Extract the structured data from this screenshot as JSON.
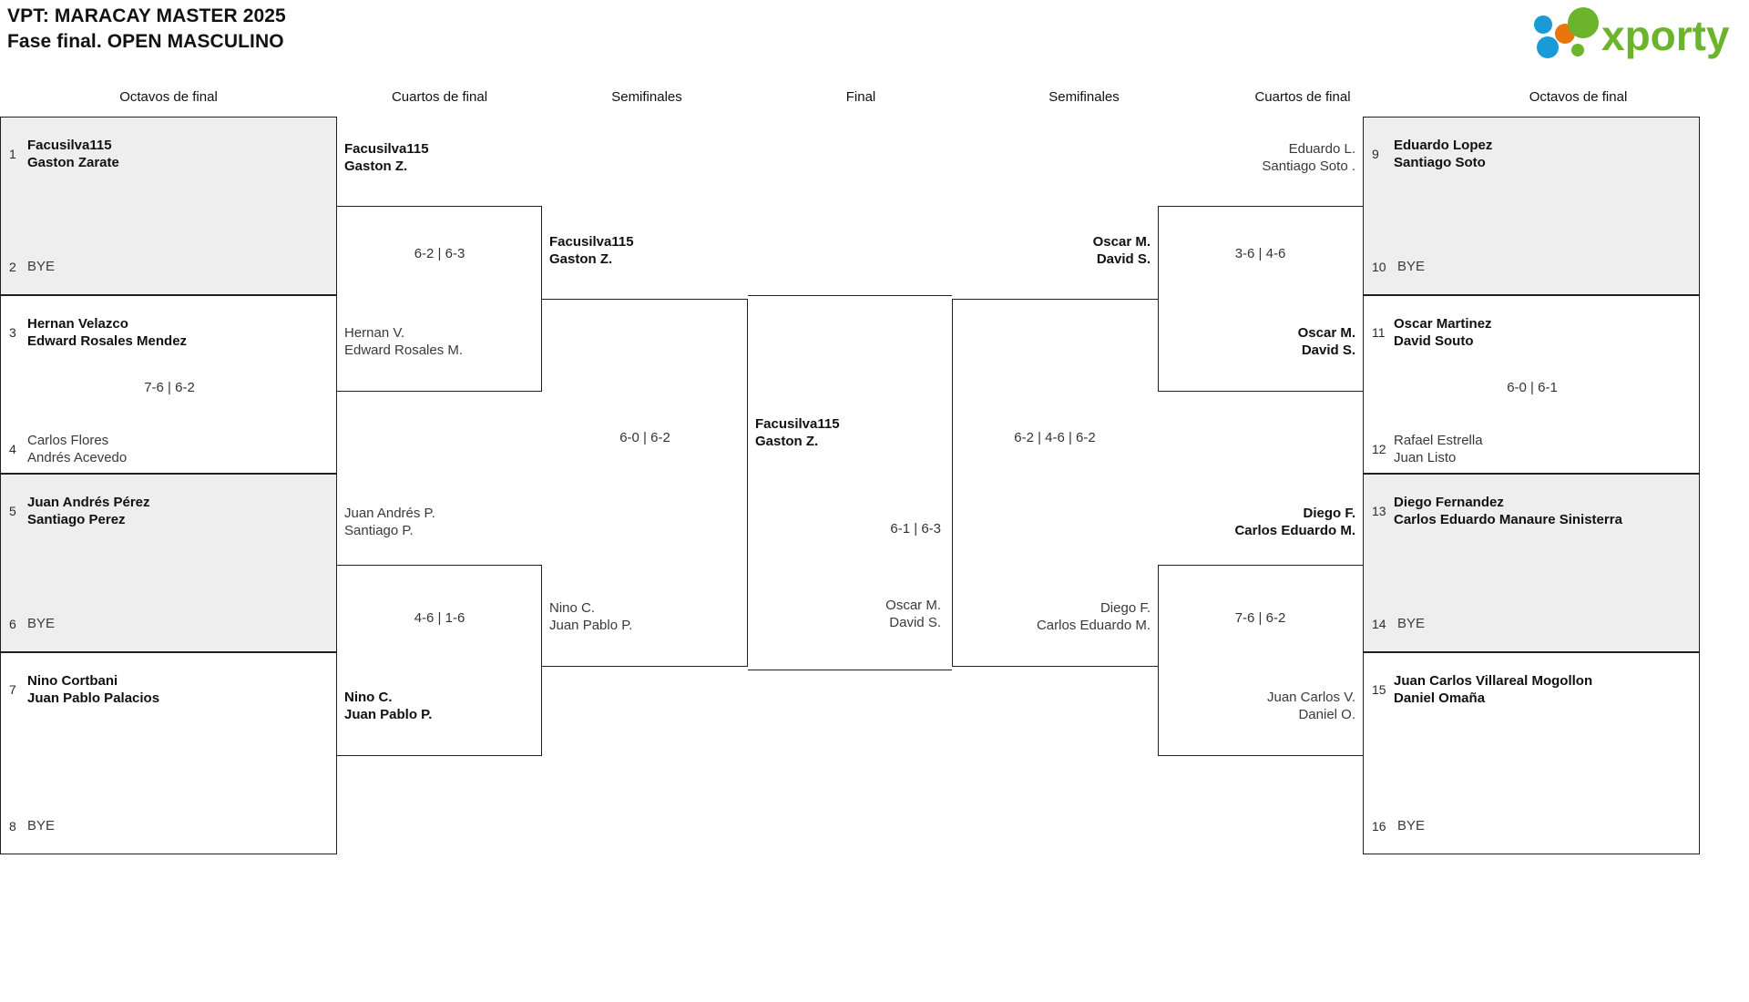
{
  "header": {
    "title_line1": "VPT: MARACAY MASTER 2025",
    "title_line2": "Fase final. OPEN MASCULINO",
    "logo_text": "xporty",
    "logo_colors": {
      "green": "#6cb42c",
      "blue": "#1a9ad7",
      "orange": "#e8760c"
    }
  },
  "round_headers": {
    "left_r16": "Octavos de final",
    "left_qf": "Cuartos de final",
    "left_sf": "Semifinales",
    "final": "Final",
    "right_sf": "Semifinales",
    "right_qf": "Cuartos de final",
    "right_r16": "Octavos de final"
  },
  "left": {
    "r16": [
      {
        "seed": "1",
        "p1": "Facusilva115",
        "p2": "Gaston Zarate",
        "shaded": true,
        "winner": true
      },
      {
        "seed": "2",
        "bye": "BYE",
        "shaded": true,
        "winner": false
      },
      {
        "seed": "3",
        "p1": "Hernan Velazco",
        "p2": "Edward Rosales Mendez",
        "shaded": false,
        "winner": true
      },
      {
        "seed": "4",
        "p1": "Carlos Flores",
        "p2": "Andrés Acevedo",
        "shaded": false,
        "winner": false
      },
      {
        "seed": "5",
        "p1": "Juan Andrés Pérez",
        "p2": "Santiago Perez",
        "shaded": true,
        "winner": true
      },
      {
        "seed": "6",
        "bye": "BYE",
        "shaded": true,
        "winner": false
      },
      {
        "seed": "7",
        "p1": "Nino Cortbani",
        "p2": "Juan Pablo Palacios",
        "shaded": false,
        "winner": true
      },
      {
        "seed": "8",
        "bye": "BYE",
        "shaded": false,
        "winner": false
      }
    ],
    "r16_scores": [
      "7-6 | 6-2"
    ],
    "qf": [
      {
        "top_p1": "Facusilva115",
        "top_p2": "Gaston Z.",
        "top_win": true,
        "bot_p1": "Hernan V.",
        "bot_p2": "Edward Rosales M.",
        "bot_win": false,
        "score": "6-2 | 6-3"
      },
      {
        "top_p1": "Juan Andrés P.",
        "top_p2": "Santiago P.",
        "top_win": false,
        "bot_p1": "Nino C.",
        "bot_p2": "Juan Pablo P.",
        "bot_win": true,
        "score": "4-6 | 1-6"
      }
    ],
    "sf": {
      "top_p1": "Facusilva115",
      "top_p2": "Gaston Z.",
      "top_win": true,
      "bot_p1": "Nino C.",
      "bot_p2": "Juan Pablo P.",
      "bot_win": false,
      "score": "6-0 | 6-2"
    }
  },
  "final": {
    "champion_p1": "Facusilva115",
    "champion_p2": "Gaston Z.",
    "runnerup_p1": "Oscar M.",
    "runnerup_p2": "David S.",
    "score": "6-1 | 6-3"
  },
  "right": {
    "r16": [
      {
        "seed": "9",
        "p1": "Eduardo Lopez",
        "p2": "Santiago Soto",
        "shaded": true,
        "winner": true
      },
      {
        "seed": "10",
        "bye": "BYE",
        "shaded": true,
        "winner": false
      },
      {
        "seed": "11",
        "p1": "Oscar Martinez",
        "p2": "David Souto",
        "shaded": false,
        "winner": true
      },
      {
        "seed": "12",
        "p1": "Rafael Estrella",
        "p2": "Juan Listo",
        "shaded": false,
        "winner": false
      },
      {
        "seed": "13",
        "p1": "Diego Fernandez",
        "p2": "Carlos Eduardo Manaure Sinisterra",
        "shaded": true,
        "winner": true
      },
      {
        "seed": "14",
        "bye": "BYE",
        "shaded": true,
        "winner": false
      },
      {
        "seed": "15",
        "p1": "Juan Carlos Villareal Mogollon",
        "p2": "Daniel Omaña",
        "shaded": false,
        "winner": true
      },
      {
        "seed": "16",
        "bye": "BYE",
        "shaded": false,
        "winner": false
      }
    ],
    "r16_scores": [
      "6-0 | 6-1"
    ],
    "qf": [
      {
        "top_p1": "Eduardo L.",
        "top_p2": "Santiago Soto .",
        "top_win": false,
        "bot_p1": "Oscar M.",
        "bot_p2": "David S.",
        "bot_win": true,
        "score": "3-6 | 4-6"
      },
      {
        "top_p1": "Diego F.",
        "top_p2": "Carlos Eduardo M.",
        "top_win": true,
        "bot_p1": "Juan Carlos V.",
        "bot_p2": "Daniel O.",
        "bot_win": false,
        "score": "7-6 | 6-2"
      }
    ],
    "sf": {
      "top_p1": "Oscar M.",
      "top_p2": "David S.",
      "top_win": true,
      "bot_p1": "Diego F.",
      "bot_p2": "Carlos Eduardo M.",
      "bot_win": false,
      "score": "6-2 | 4-6 | 6-2"
    }
  }
}
